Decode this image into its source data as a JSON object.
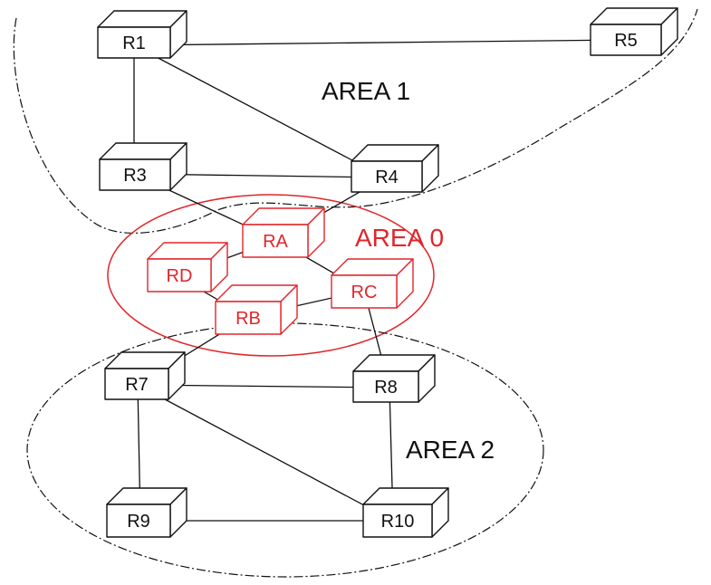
{
  "colors": {
    "backbone": "#e0262b",
    "normal": "#111111"
  },
  "areas": [
    {
      "id": "area1",
      "label": "AREA 1",
      "color": "#111111"
    },
    {
      "id": "area0",
      "label": "AREA 0",
      "color": "#e0262b"
    },
    {
      "id": "area2",
      "label": "AREA 2",
      "color": "#111111"
    }
  ],
  "routers": [
    {
      "id": "R1",
      "label": "R1",
      "area": "area1"
    },
    {
      "id": "R5",
      "label": "R5",
      "area": "area1"
    },
    {
      "id": "R3",
      "label": "R3",
      "area": "area1"
    },
    {
      "id": "R4",
      "label": "R4",
      "area": "area1"
    },
    {
      "id": "RA",
      "label": "RA",
      "area": "area0"
    },
    {
      "id": "RD",
      "label": "RD",
      "area": "area0"
    },
    {
      "id": "RB",
      "label": "RB",
      "area": "area0"
    },
    {
      "id": "RC",
      "label": "RC",
      "area": "area0"
    },
    {
      "id": "R7",
      "label": "R7",
      "area": "area2"
    },
    {
      "id": "R8",
      "label": "R8",
      "area": "area2"
    },
    {
      "id": "R9",
      "label": "R9",
      "area": "area2"
    },
    {
      "id": "R10",
      "label": "R10",
      "area": "area2"
    }
  ],
  "links": [
    [
      "R1",
      "R5"
    ],
    [
      "R1",
      "R3"
    ],
    [
      "R1",
      "R4"
    ],
    [
      "R3",
      "R4"
    ],
    [
      "R3",
      "RA"
    ],
    [
      "R4",
      "RA"
    ],
    [
      "RA",
      "RD"
    ],
    [
      "RA",
      "RC"
    ],
    [
      "RD",
      "RB"
    ],
    [
      "RB",
      "RC"
    ],
    [
      "RB",
      "R7"
    ],
    [
      "RC",
      "R8"
    ],
    [
      "R7",
      "R8"
    ],
    [
      "R7",
      "R9"
    ],
    [
      "R7",
      "R10"
    ],
    [
      "R8",
      "R10"
    ],
    [
      "R9",
      "R10"
    ]
  ]
}
